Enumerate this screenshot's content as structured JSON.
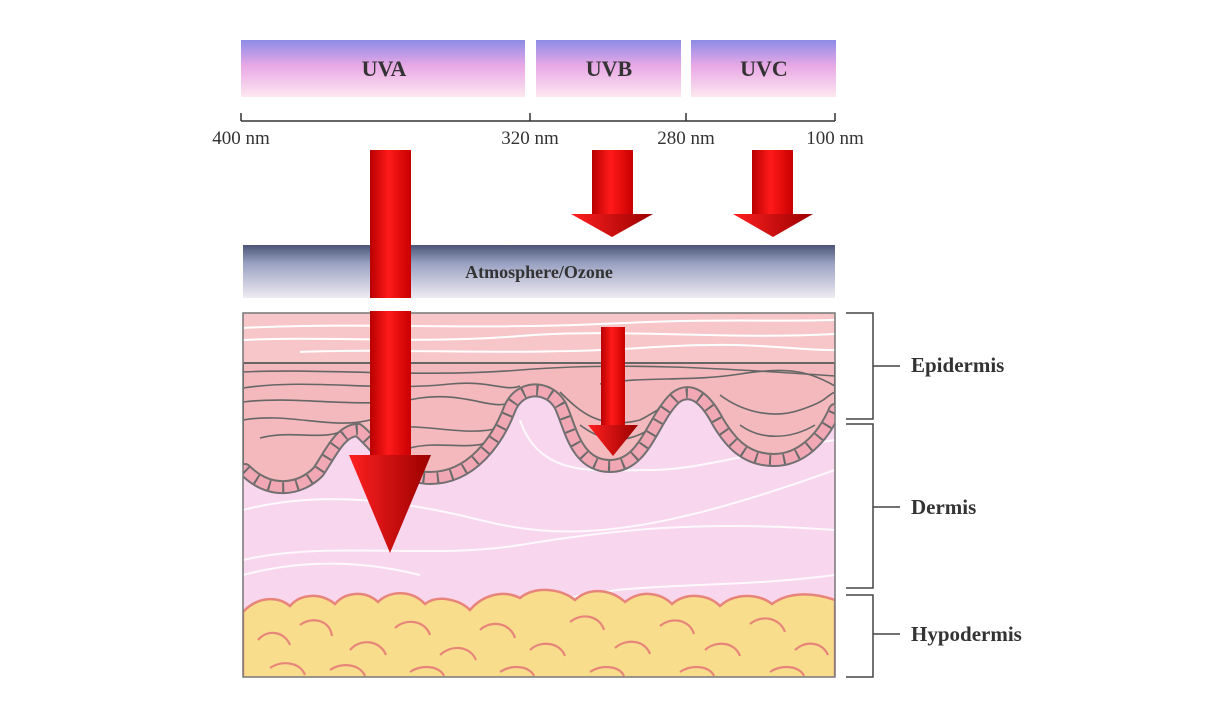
{
  "spectrum": {
    "bands": [
      {
        "id": "uva",
        "label": "UVA"
      },
      {
        "id": "uvb",
        "label": "UVB"
      },
      {
        "id": "uvc",
        "label": "UVC"
      }
    ],
    "wavelengths": [
      "400 nm",
      "320 nm",
      "280 nm",
      "100 nm"
    ]
  },
  "atmosphere": {
    "label": "Atmosphere/Ozone"
  },
  "skin_layers": {
    "epidermis": "Epidermis",
    "dermis": "Dermis",
    "hypodermis": "Hypodermis"
  },
  "colors": {
    "uv_bar_top": "#8c8ce6",
    "uv_bar_mid": "#e9a9e6",
    "uv_bar_bottom": "#fde6ee",
    "atmosphere_top": "#4a5577",
    "atmosphere_bottom": "#eae4ee",
    "arrow_red": "#e00000",
    "arrow_dark": "#a00000",
    "epidermis": "#f4b8bc",
    "dermis": "#f8d4ec",
    "hypodermis": "#f7dc86",
    "fat_outline": "#e8857a"
  }
}
